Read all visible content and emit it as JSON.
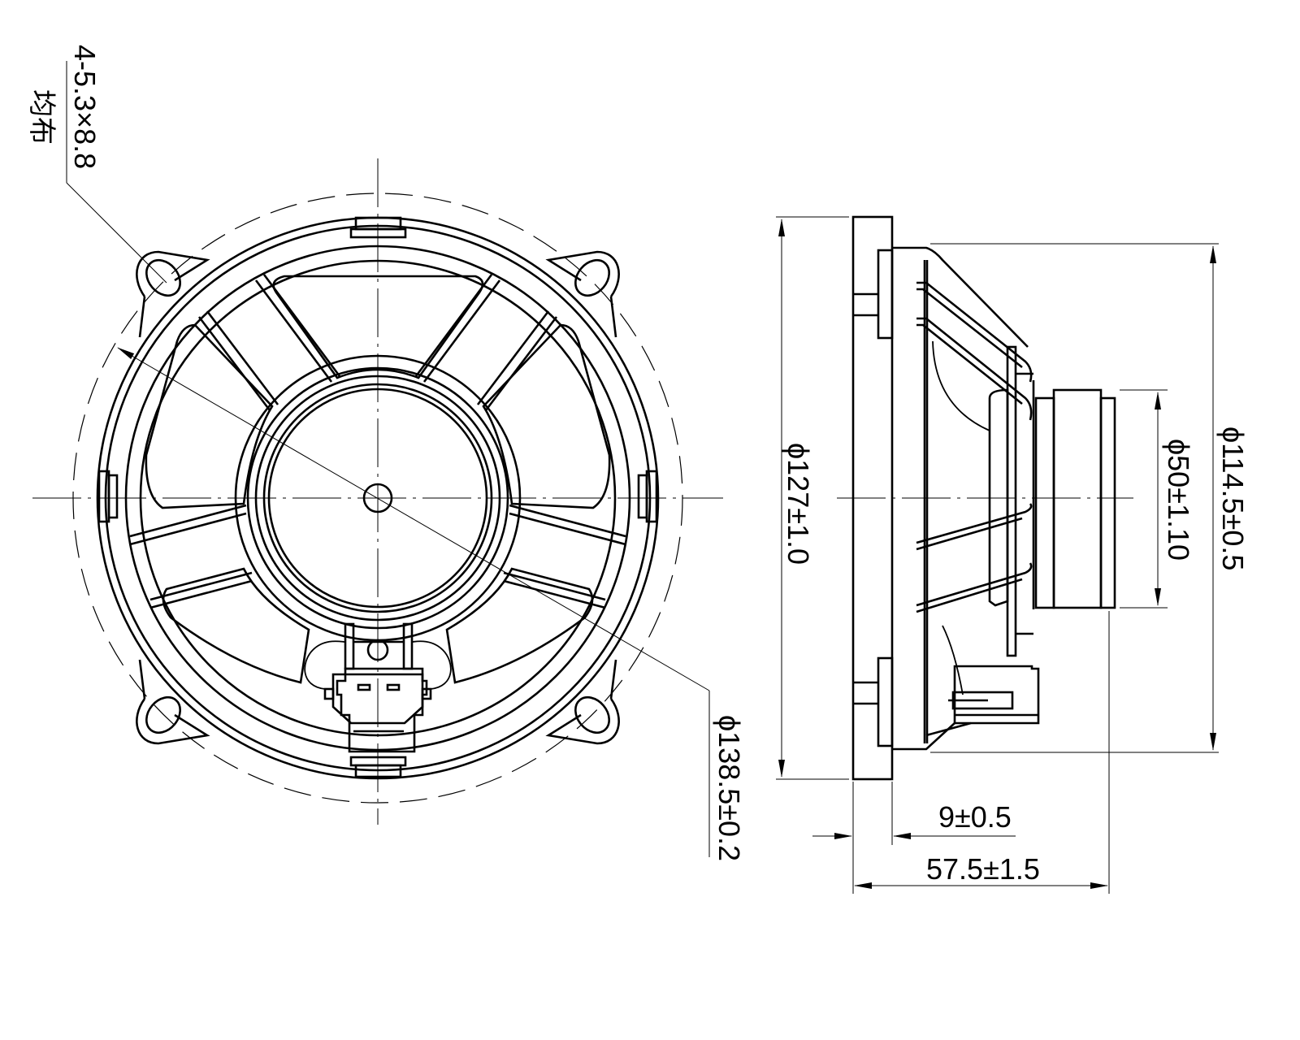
{
  "drawing": {
    "type": "speaker-dimension-drawing",
    "line_color": "#000000",
    "background": "#ffffff",
    "front_view": {
      "hole_callout": {
        "spec": "4-5.3×8.8",
        "note": "均布"
      },
      "diameter_outer": "ϕ138.5±0.2"
    },
    "side_view": {
      "diameter_frame": "ϕ127±1.0",
      "diameter_magnet": "ϕ50±1.10",
      "diameter_cone": "ϕ114.5±0.5",
      "flange_thickness": "9±0.5",
      "overall_depth": "57.5±1.5"
    }
  }
}
